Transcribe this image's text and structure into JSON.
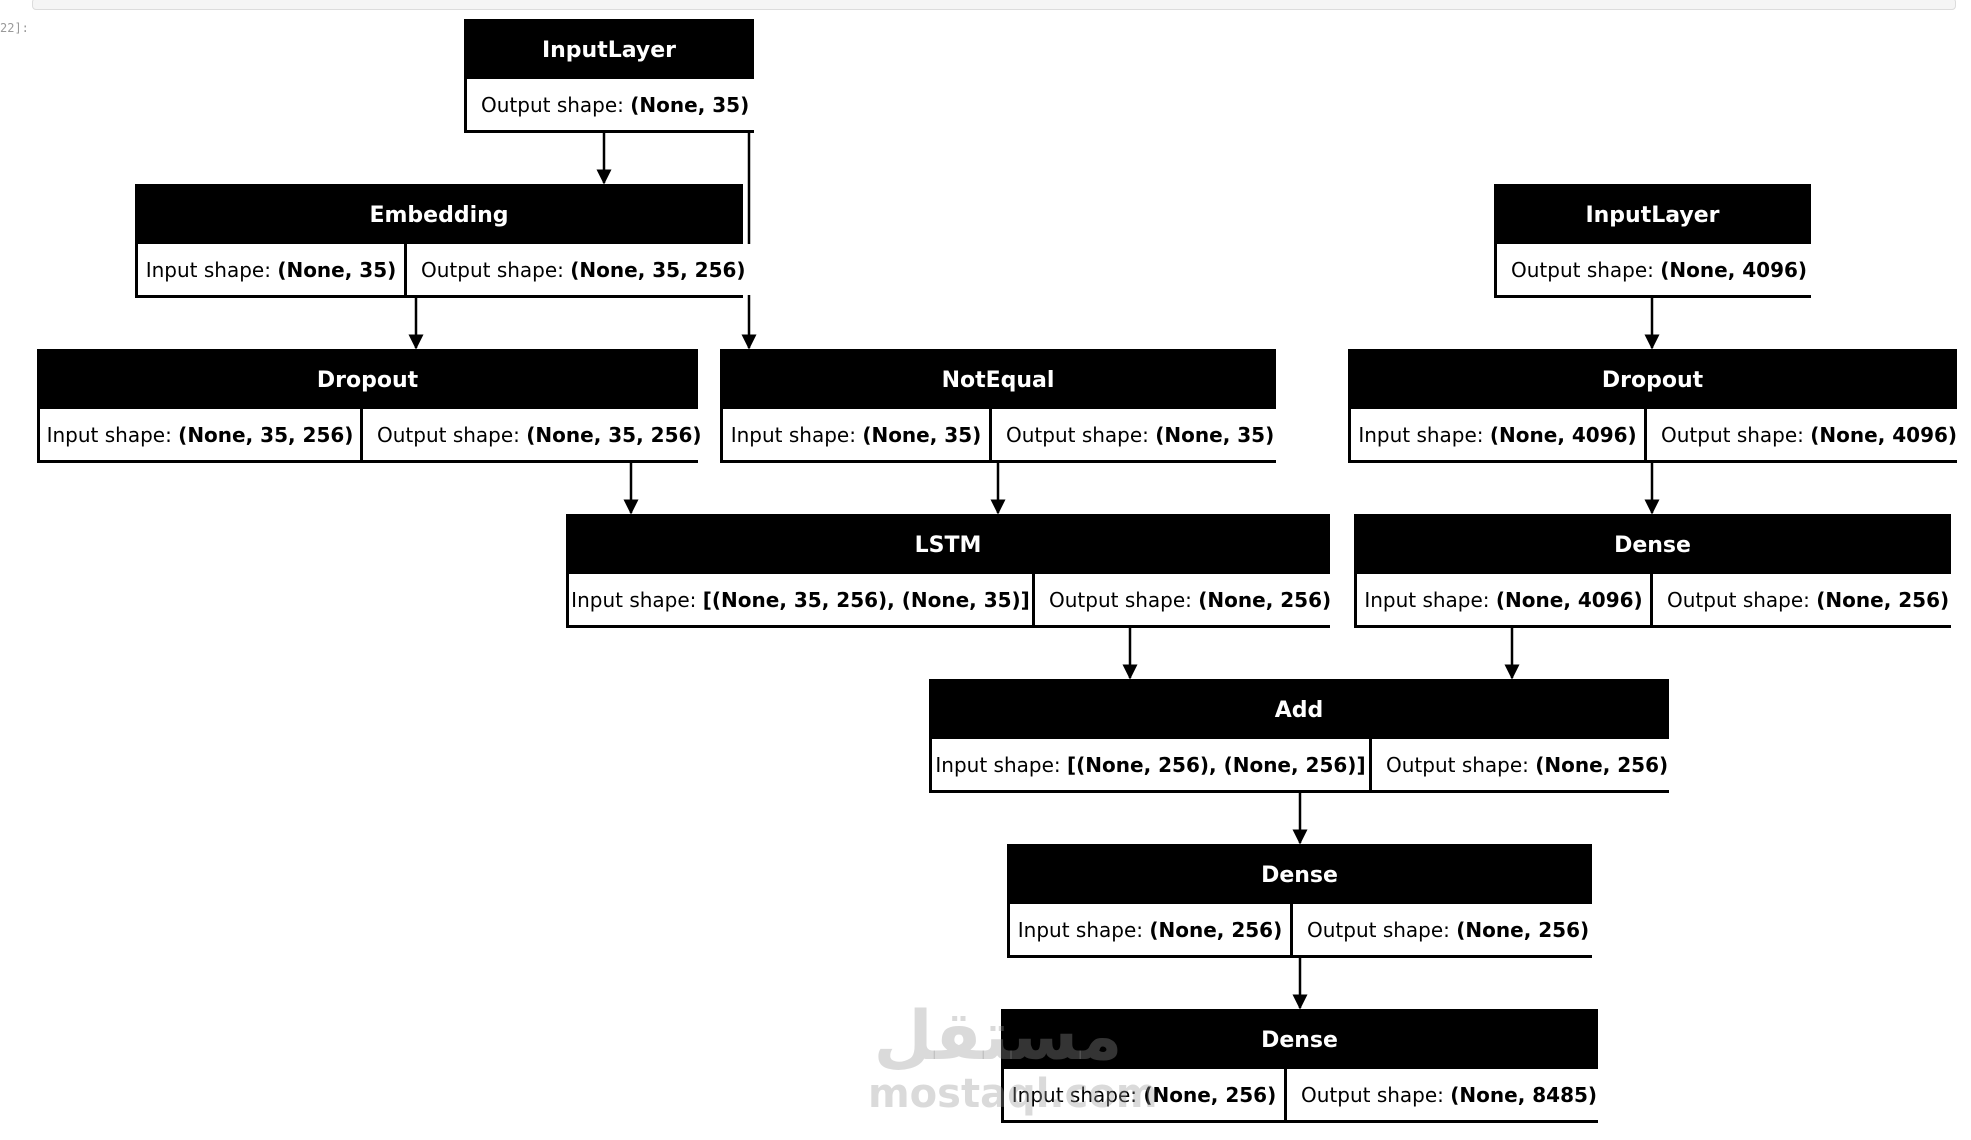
{
  "cell_prompt": "22]:",
  "diagram": {
    "nodes": [
      {
        "id": "input-text",
        "title": "InputLayer",
        "input_label": "",
        "input_value": "",
        "output_label": "Output shape:",
        "output_value": "(None, 35)"
      },
      {
        "id": "embedding",
        "title": "Embedding",
        "input_label": "Input shape:",
        "input_value": "(None, 35)",
        "output_label": "Output shape:",
        "output_value": "(None, 35, 256)"
      },
      {
        "id": "dropout-text",
        "title": "Dropout",
        "input_label": "Input shape:",
        "input_value": "(None, 35, 256)",
        "output_label": "Output shape:",
        "output_value": "(None, 35, 256)"
      },
      {
        "id": "notequal",
        "title": "NotEqual",
        "input_label": "Input shape:",
        "input_value": "(None, 35)",
        "output_label": "Output shape:",
        "output_value": "(None, 35)"
      },
      {
        "id": "lstm",
        "title": "LSTM",
        "input_label": "Input shape:",
        "input_value": "[(None, 35, 256), (None, 35)]",
        "output_label": "Output shape:",
        "output_value": "(None, 256)"
      },
      {
        "id": "input-image",
        "title": "InputLayer",
        "input_label": "",
        "input_value": "",
        "output_label": "Output shape:",
        "output_value": "(None, 4096)"
      },
      {
        "id": "dropout-image",
        "title": "Dropout",
        "input_label": "Input shape:",
        "input_value": "(None, 4096)",
        "output_label": "Output shape:",
        "output_value": "(None, 4096)"
      },
      {
        "id": "dense-image",
        "title": "Dense",
        "input_label": "Input shape:",
        "input_value": "(None, 4096)",
        "output_label": "Output shape:",
        "output_value": "(None, 256)"
      },
      {
        "id": "add",
        "title": "Add",
        "input_label": "Input shape:",
        "input_value": "[(None, 256), (None, 256)]",
        "output_label": "Output shape:",
        "output_value": "(None, 256)"
      },
      {
        "id": "dense-hidden",
        "title": "Dense",
        "input_label": "Input shape:",
        "input_value": "(None, 256)",
        "output_label": "Output shape:",
        "output_value": "(None, 256)"
      },
      {
        "id": "dense-output",
        "title": "Dense",
        "input_label": "Input shape:",
        "input_value": "(None, 256)",
        "output_label": "Output shape:",
        "output_value": "(None, 8485)"
      }
    ],
    "edges": [
      {
        "from": "input-text",
        "to": "embedding"
      },
      {
        "from": "input-text",
        "to": "notequal"
      },
      {
        "from": "embedding",
        "to": "dropout-text"
      },
      {
        "from": "dropout-text",
        "to": "lstm"
      },
      {
        "from": "notequal",
        "to": "lstm"
      },
      {
        "from": "input-image",
        "to": "dropout-image"
      },
      {
        "from": "dropout-image",
        "to": "dense-image"
      },
      {
        "from": "lstm",
        "to": "add"
      },
      {
        "from": "dense-image",
        "to": "add"
      },
      {
        "from": "add",
        "to": "dense-hidden"
      },
      {
        "from": "dense-hidden",
        "to": "dense-output"
      }
    ]
  },
  "watermark": {
    "logo": "مستقل",
    "domain": "mostaql.com"
  }
}
